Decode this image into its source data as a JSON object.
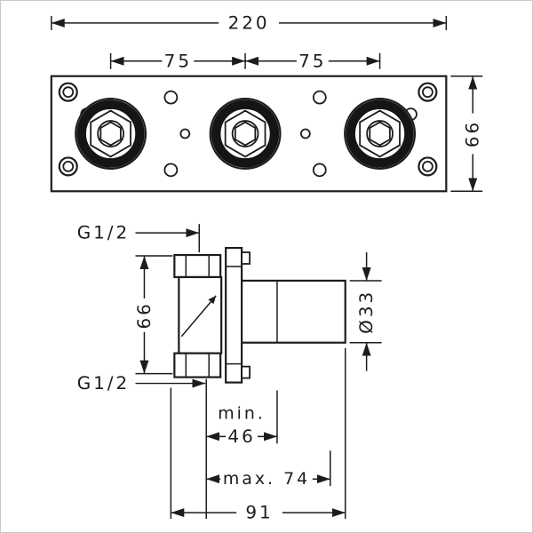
{
  "meta": {
    "background": "#ffffff",
    "line_color": "#1c1c1c",
    "frame_border": "#c9c9c9"
  },
  "plan_view": {
    "overall_width": "220",
    "pitch_left": "75",
    "pitch_right": "75",
    "plate_height": "66"
  },
  "side_view": {
    "top_thread": "G1/2",
    "bottom_thread": "G1/2",
    "connection_spacing": "66",
    "spout_diameter": "Ø33",
    "min_label": "min.",
    "min_value": "46",
    "max_projection": "max. 74",
    "total_depth": "91"
  }
}
